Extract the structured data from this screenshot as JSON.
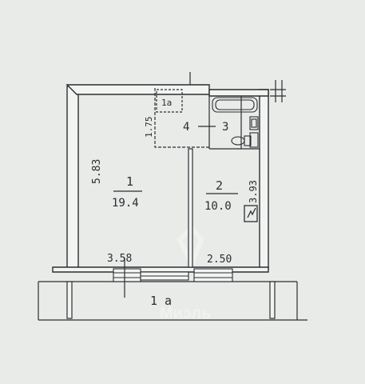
{
  "rooms": {
    "room_1": {
      "number": "1",
      "area": "19.4"
    },
    "room_2": {
      "number": "2",
      "area": "10.0"
    },
    "room_3": {
      "number": "3"
    },
    "room_4": {
      "number": "4"
    },
    "room_1a_closet": {
      "number": "1а"
    },
    "room_1a_balcony": {
      "number": "1 а"
    }
  },
  "dimensions": {
    "room1_length": "5.83",
    "room1_width": "3.58",
    "room2_width": "2.50",
    "room2_length": "3.93",
    "hall_width": "1.75"
  },
  "watermark": {
    "text": "Миэль"
  },
  "colors": {
    "paper": "#e9ebe9",
    "ink": "#2b2d31",
    "wall_fill": "#f3f4f2"
  }
}
